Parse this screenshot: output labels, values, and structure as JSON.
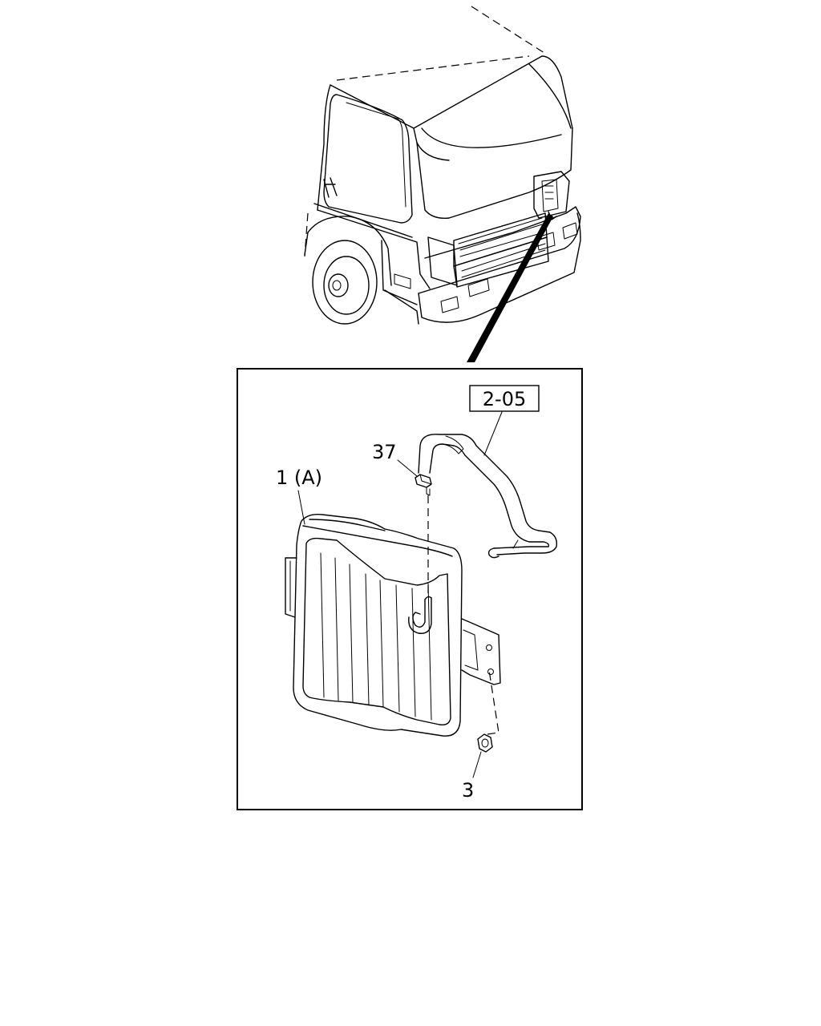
{
  "diagram": {
    "callouts": {
      "ref_section": "2-05",
      "part_37": "37",
      "part_1": "1 (A)",
      "part_3": "3"
    }
  }
}
